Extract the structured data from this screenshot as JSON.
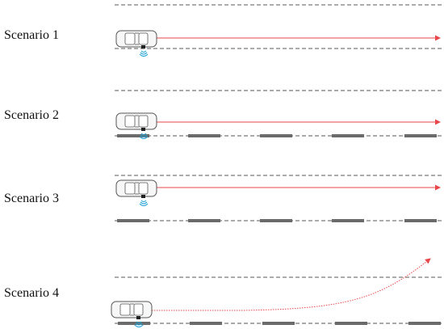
{
  "scenarios": [
    {
      "label": "Scenario 1",
      "path": "straight",
      "curb_markers": false
    },
    {
      "label": "Scenario 2",
      "path": "straight",
      "curb_markers": true
    },
    {
      "label": "Scenario 3",
      "path": "straight",
      "curb_markers": true
    },
    {
      "label": "Scenario 4",
      "path": "curved",
      "curb_markers": true
    }
  ],
  "colors": {
    "trajectory": "#e8474b",
    "dashed_line": "#5a5a5a",
    "curb_marker": "#6b6b6b",
    "car_body": "#f7f7f7",
    "car_outline": "#555555",
    "sensor": "#1a9fd6"
  },
  "icons": {
    "car": "car-top-view-icon",
    "sensor": "ultrasonic-sensor-icon"
  }
}
